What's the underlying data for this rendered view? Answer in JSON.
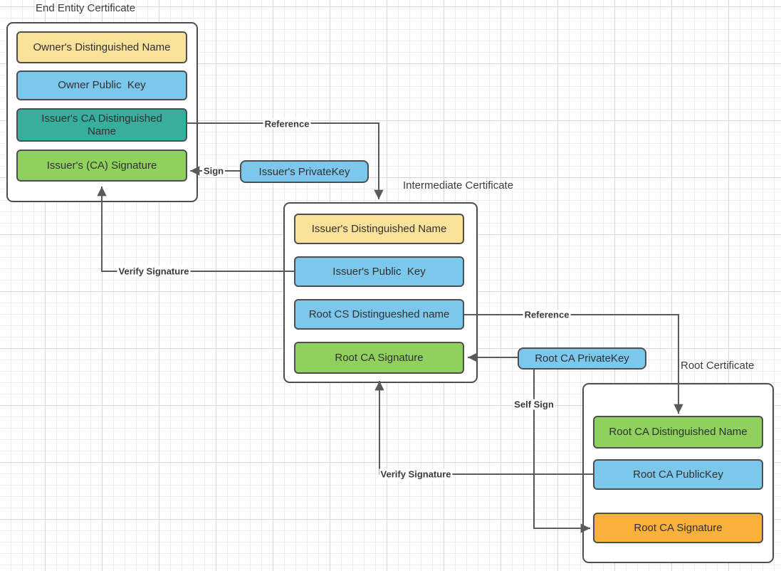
{
  "colors": {
    "yellow": "#fbe29b",
    "blue": "#7cc8ec",
    "teal": "#38af9e",
    "green": "#90d15e",
    "orange": "#f9b13c",
    "line": "#5a5a5a"
  },
  "groups": {
    "end_entity": {
      "title": "End Entity Certificate",
      "fields": [
        {
          "label": "Owner's Distinguished Name",
          "color": "yellow"
        },
        {
          "label": "Owner Public  Key",
          "color": "blue"
        },
        {
          "label": "Issuer's CA Distinguished Name",
          "color": "teal"
        },
        {
          "label": "Issuer's (CA) Signature",
          "color": "green"
        }
      ]
    },
    "intermediate": {
      "title": "Intermediate Certificate",
      "fields": [
        {
          "label": "Issuer's Distinguished Name",
          "color": "yellow"
        },
        {
          "label": "Issuer's Public  Key",
          "color": "blue"
        },
        {
          "label": "Root CS Distingueshed name",
          "color": "blue"
        },
        {
          "label": "Root CA Signature",
          "color": "green"
        }
      ]
    },
    "root": {
      "title": "Root Certificate",
      "fields": [
        {
          "label": "Root CA Distinguished Name",
          "color": "green"
        },
        {
          "label": "Root CA PublicKey",
          "color": "blue"
        },
        {
          "label": "Root CA Signature",
          "color": "orange"
        }
      ]
    }
  },
  "keys": {
    "issuer_private": {
      "label": "Issuer's PrivateKey",
      "color": "blue"
    },
    "root_private": {
      "label": "Root CA PrivateKey",
      "color": "blue"
    }
  },
  "edges": {
    "reference1": "Reference",
    "sign": "Sign",
    "verify1": "Verify Signature",
    "reference2": "Reference",
    "self_sign": "Self Sign",
    "verify2": "Verify Signature"
  }
}
